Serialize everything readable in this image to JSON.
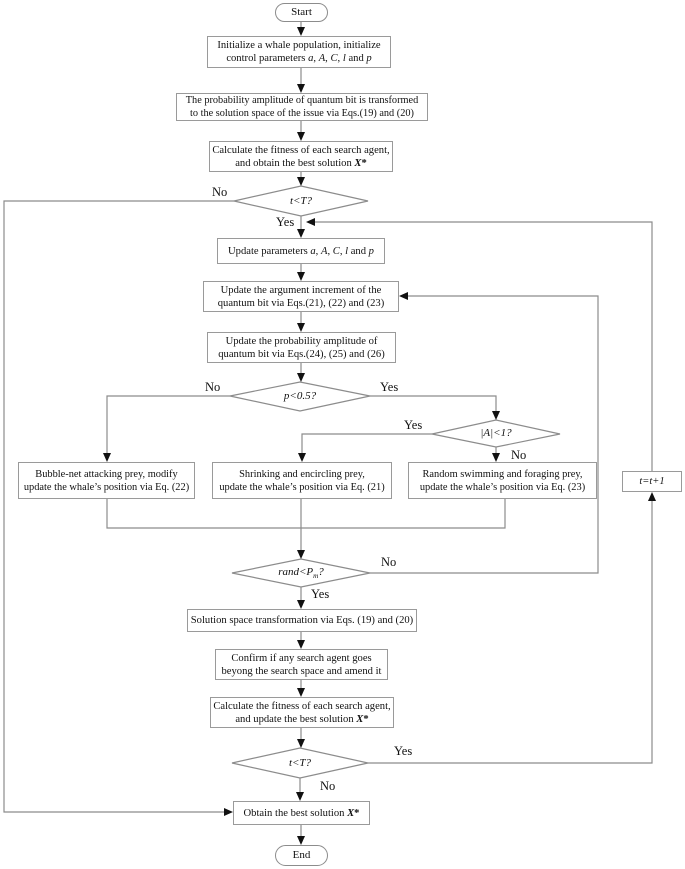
{
  "nodes": {
    "start": {
      "lines": [
        [
          {
            "t": "Start"
          }
        ]
      ]
    },
    "init": {
      "lines": [
        [
          {
            "t": "Initialize a whale population, initialize"
          }
        ],
        [
          {
            "t": "control parameters "
          },
          {
            "t": "a",
            "i": 1
          },
          {
            "t": ", "
          },
          {
            "t": "A",
            "i": 1
          },
          {
            "t": ", "
          },
          {
            "t": "C",
            "i": 1
          },
          {
            "t": ", "
          },
          {
            "t": "l",
            "i": 1
          },
          {
            "t": " and "
          },
          {
            "t": "p",
            "i": 1
          }
        ]
      ]
    },
    "transform": {
      "lines": [
        [
          {
            "t": "The probability amplitude of quantum bit is transformed"
          }
        ],
        [
          {
            "t": "to the solution space of the issue via Eqs.(19) and (20)"
          }
        ]
      ]
    },
    "calc1": {
      "lines": [
        [
          {
            "t": "Calculate the fitness of each search agent,"
          }
        ],
        [
          {
            "t": "and obtain the best solution "
          },
          {
            "t": "X",
            "i": 1,
            "b": 1
          },
          {
            "t": "*",
            "b": 1
          }
        ]
      ]
    },
    "dec_t1": {
      "lines": [
        [
          {
            "t": "t<T?",
            "i": 1
          }
        ]
      ]
    },
    "update_params": {
      "lines": [
        [
          {
            "t": "Update parameters "
          },
          {
            "t": "a",
            "i": 1
          },
          {
            "t": ", "
          },
          {
            "t": "A",
            "i": 1
          },
          {
            "t": ", "
          },
          {
            "t": "C",
            "i": 1
          },
          {
            "t": ", "
          },
          {
            "t": "l",
            "i": 1
          },
          {
            "t": " and "
          },
          {
            "t": "p",
            "i": 1
          }
        ]
      ]
    },
    "update_arg": {
      "lines": [
        [
          {
            "t": "Update the argument increment of the"
          }
        ],
        [
          {
            "t": "quantum bit via Eqs.(21), (22) and (23)"
          }
        ]
      ]
    },
    "update_prob": {
      "lines": [
        [
          {
            "t": "Update the probability amplitude of"
          }
        ],
        [
          {
            "t": "quantum bit via Eqs.(24), (25) and (26)"
          }
        ]
      ]
    },
    "dec_p": {
      "lines": [
        [
          {
            "t": "p<0.5?",
            "i": 1
          }
        ]
      ]
    },
    "dec_a": {
      "lines": [
        [
          {
            "t": "|A|<1?",
            "i": 1
          }
        ]
      ]
    },
    "bubble": {
      "lines": [
        [
          {
            "t": "Bubble-net attacking prey, modify"
          }
        ],
        [
          {
            "t": "update the whale’s position via Eq. (22)"
          }
        ]
      ]
    },
    "shrink": {
      "lines": [
        [
          {
            "t": "Shrinking and encircling prey,"
          }
        ],
        [
          {
            "t": "update the whale’s position via Eq. (21)"
          }
        ]
      ]
    },
    "random": {
      "lines": [
        [
          {
            "t": "Random swimming and foraging prey,"
          }
        ],
        [
          {
            "t": "update the whale’s position via Eq. (23)"
          }
        ]
      ]
    },
    "t_increment": {
      "lines": [
        [
          {
            "t": "t=t+1",
            "i": 1
          }
        ]
      ]
    },
    "dec_rand": {
      "lines": [
        [
          {
            "t": "rand<P",
            "i": 1
          },
          {
            "t": "m",
            "i": 1,
            "sub": 1
          },
          {
            "t": "?",
            "i": 1
          }
        ]
      ]
    },
    "solution_space": {
      "lines": [
        [
          {
            "t": "Solution space transformation via Eqs. (19) and (20)"
          }
        ]
      ]
    },
    "confirm": {
      "lines": [
        [
          {
            "t": "Confirm if any search agent goes"
          }
        ],
        [
          {
            "t": "beyong the search space and amend it"
          }
        ]
      ]
    },
    "calc2": {
      "lines": [
        [
          {
            "t": "Calculate the fitness of each search agent,"
          }
        ],
        [
          {
            "t": "and update the best solution "
          },
          {
            "t": "X",
            "i": 1,
            "b": 1
          },
          {
            "t": "*",
            "b": 1
          }
        ]
      ]
    },
    "dec_t2": {
      "lines": [
        [
          {
            "t": "t<T?",
            "i": 1
          }
        ]
      ]
    },
    "obtain": {
      "lines": [
        [
          {
            "t": "Obtain the best solution "
          },
          {
            "t": "X",
            "i": 1,
            "b": 1
          },
          {
            "t": "*",
            "b": 1
          }
        ]
      ]
    },
    "end": {
      "lines": [
        [
          {
            "t": "End"
          }
        ]
      ]
    }
  },
  "edge_labels": {
    "t1_no": "No",
    "t1_yes": "Yes",
    "p_no": "No",
    "p_yes": "Yes",
    "a_yes": "Yes",
    "a_no": "No",
    "rand_no": "No",
    "rand_yes": "Yes",
    "t2_yes": "Yes",
    "t2_no": "No"
  },
  "colors": {
    "line": "#8c8c8c",
    "border": "#9a9a9a",
    "arrow": "#111111",
    "text": "#111111",
    "background": "#ffffff"
  }
}
